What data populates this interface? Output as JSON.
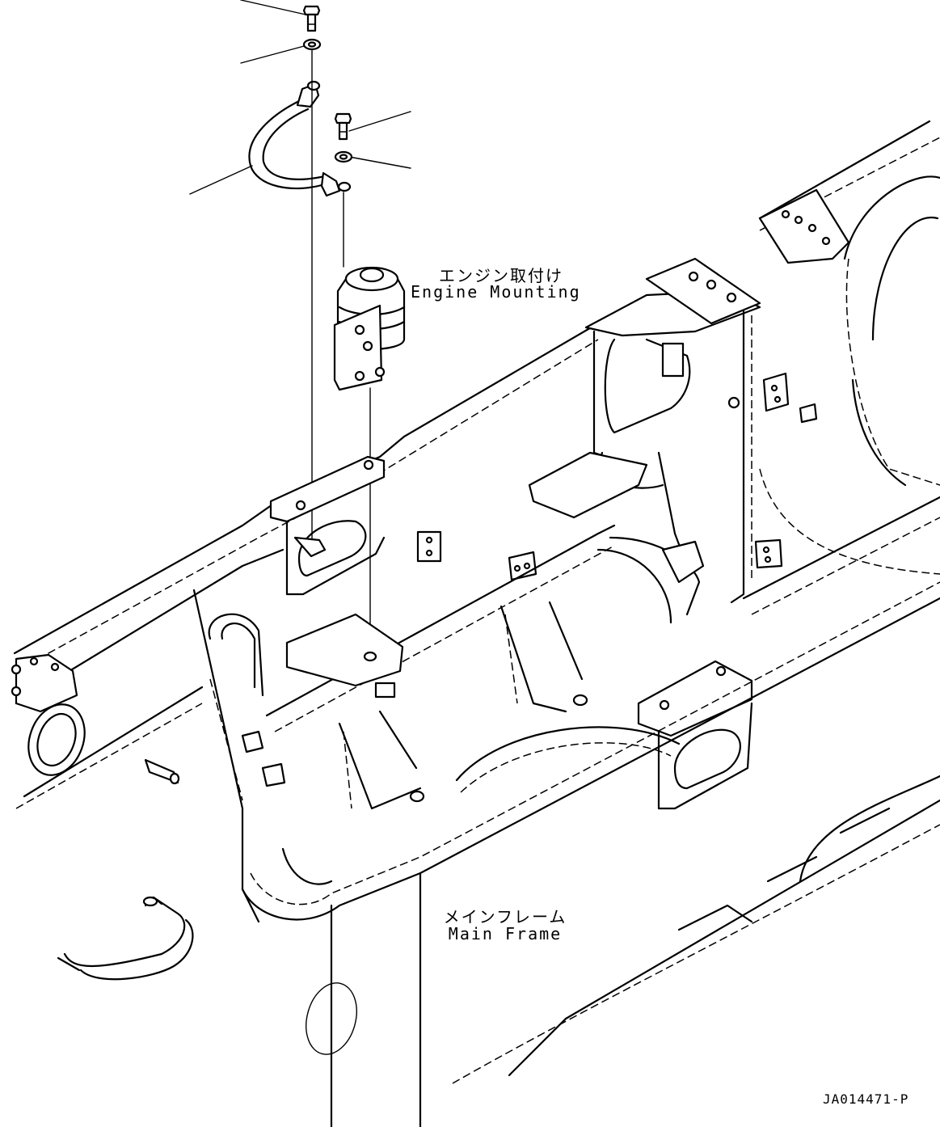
{
  "labels": {
    "engine_mounting_jp": "エンジン取付け",
    "engine_mounting_en": "Engine Mounting",
    "main_frame_jp": "メインフレーム",
    "main_frame_en": "Main Frame",
    "drawing_code": "JA014471-P"
  }
}
